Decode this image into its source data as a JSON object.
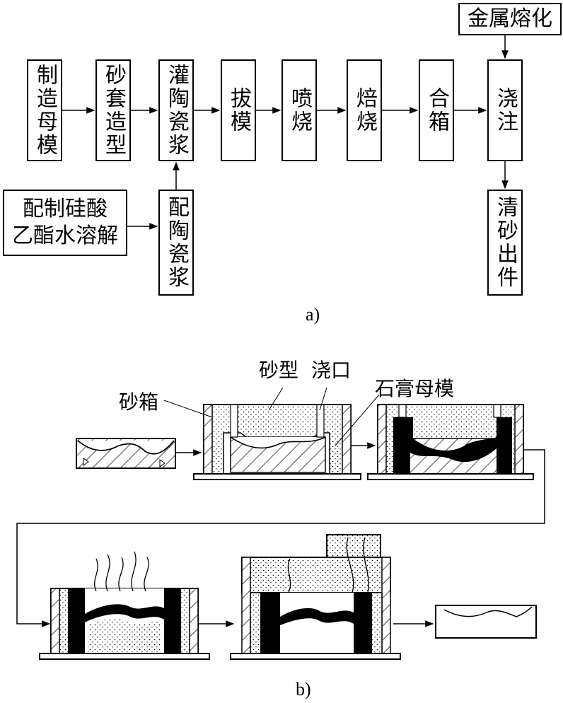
{
  "flow_a": {
    "top_steps": [
      "制造母模",
      "砂套造型",
      "灌陶瓷浆",
      "拔模",
      "喷烧",
      "焙烧",
      "合箱",
      "浇注"
    ],
    "metal": "金属熔化",
    "clean": "清砂出件",
    "mix": "配制硅酸\n乙酯水溶解",
    "slurry": "配陶瓷浆",
    "label": "a)"
  },
  "process_b": {
    "label_flask": "砂箱",
    "label_sand": "砂型",
    "label_gate": "浇口",
    "label_pattern": "石膏母模",
    "label": "b)"
  }
}
